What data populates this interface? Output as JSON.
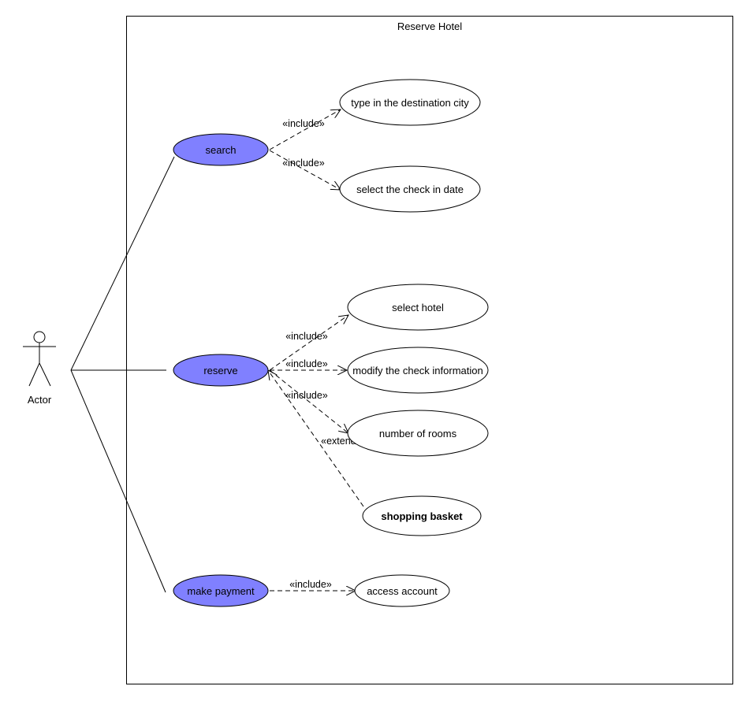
{
  "system": {
    "title": "Reserve Hotel"
  },
  "actor": {
    "name": "Actor"
  },
  "colors": {
    "primary_fill": "#8080ff",
    "secondary_fill": "#ffffff",
    "line": "#000000"
  },
  "use_cases": {
    "search": "search",
    "reserve": "reserve",
    "make_payment": "make payment",
    "type_destination": "type in the destination city",
    "select_checkin": "select the check in date",
    "select_hotel": "select hotel",
    "modify_check": "modify the check information",
    "number_of_rooms": "number of rooms",
    "shopping_basket": "shopping basket",
    "access_account": "access account"
  },
  "relations": {
    "include": "«include»",
    "extends": "«extends»"
  }
}
